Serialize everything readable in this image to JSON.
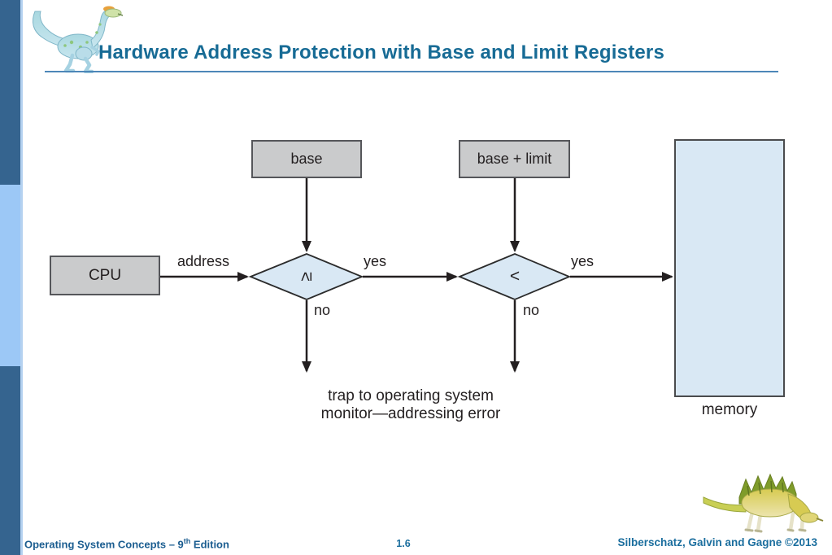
{
  "slide": {
    "title": "Hardware Address Protection with Base and Limit Registers"
  },
  "diagram": {
    "base_label": "base",
    "base_limit_label": "base + limit",
    "cpu_label": "CPU",
    "memory_label": "memory",
    "address_label": "address",
    "yes_label_1": "yes",
    "yes_label_2": "yes",
    "no_label_1": "no",
    "no_label_2": "no",
    "gte_symbol": "≥",
    "lt_symbol": "<",
    "trap_line1": "trap to operating system",
    "trap_line2": "monitor—addressing error"
  },
  "footer": {
    "course": "Operating System Concepts – 9",
    "edition_sup": "th",
    "edition_suffix": " Edition",
    "page": "1.6",
    "credits": "Silberschatz, Galvin and Gagne ©2013"
  },
  "icons": {
    "top_left": "dinosaur-logo",
    "bottom_right": "dinosaur-logo"
  },
  "colors": {
    "title_text": "#176b95",
    "accent_rule": "#4d87b8",
    "sidebar_dark": "#35648f",
    "sidebar_light": "#9cc8f6",
    "box_gray_fill": "#cacbcc",
    "box_blue_fill": "#d9e8f4",
    "line_color": "#231f20",
    "footer_text": "#1b6e9e"
  }
}
